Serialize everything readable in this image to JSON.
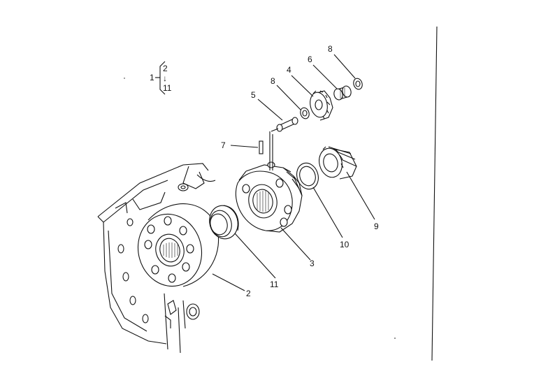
{
  "legend": {
    "parent": "1",
    "top_child": "2",
    "mid_mark": "↓",
    "bottom_child": "11"
  },
  "callouts": [
    {
      "id": "c8a",
      "label": "8"
    },
    {
      "id": "c6",
      "label": "6"
    },
    {
      "id": "c4",
      "label": "4"
    },
    {
      "id": "c8b",
      "label": "8"
    },
    {
      "id": "c5",
      "label": "5"
    },
    {
      "id": "c7",
      "label": "7"
    },
    {
      "id": "c9",
      "label": "9"
    },
    {
      "id": "c10",
      "label": "10"
    },
    {
      "id": "c3",
      "label": "3"
    },
    {
      "id": "c11",
      "label": "11"
    },
    {
      "id": "c2",
      "label": "2"
    }
  ]
}
